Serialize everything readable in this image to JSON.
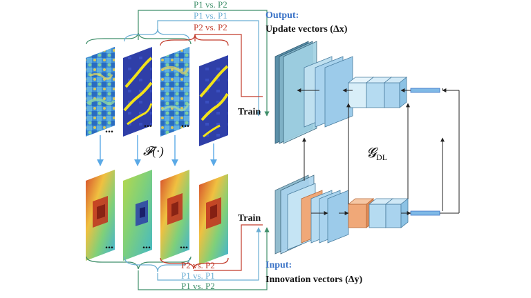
{
  "labels": {
    "top_p1p2": "P1 vs. P2",
    "top_p1p1": "P1 vs. P1",
    "top_p2p2": "P2 vs. P2",
    "bot_p2p2": "P2 vs. P2",
    "bot_p1p1": "P1 vs. P1",
    "bot_p1p2": "P1 vs. P2",
    "train_top": "Train",
    "train_bottom": "Train",
    "forward_op": "𝓕(·)",
    "network": "𝓖",
    "network_sub": "DL",
    "output_heading": "Output:",
    "output_desc": "Update vectors (Δx)",
    "input_heading": "Input:",
    "input_desc": "Innovation vectors (Δy)",
    "ellipsis": "..."
  },
  "colors": {
    "green": "#3f8f6a",
    "light_blue": "#6aaed3",
    "red": "#c23a2a",
    "heading_blue": "#3b73c7",
    "layer_blue": "#a9d3ee",
    "layer_orange": "#f0a878",
    "arrow_blue": "#5aa9e6"
  }
}
